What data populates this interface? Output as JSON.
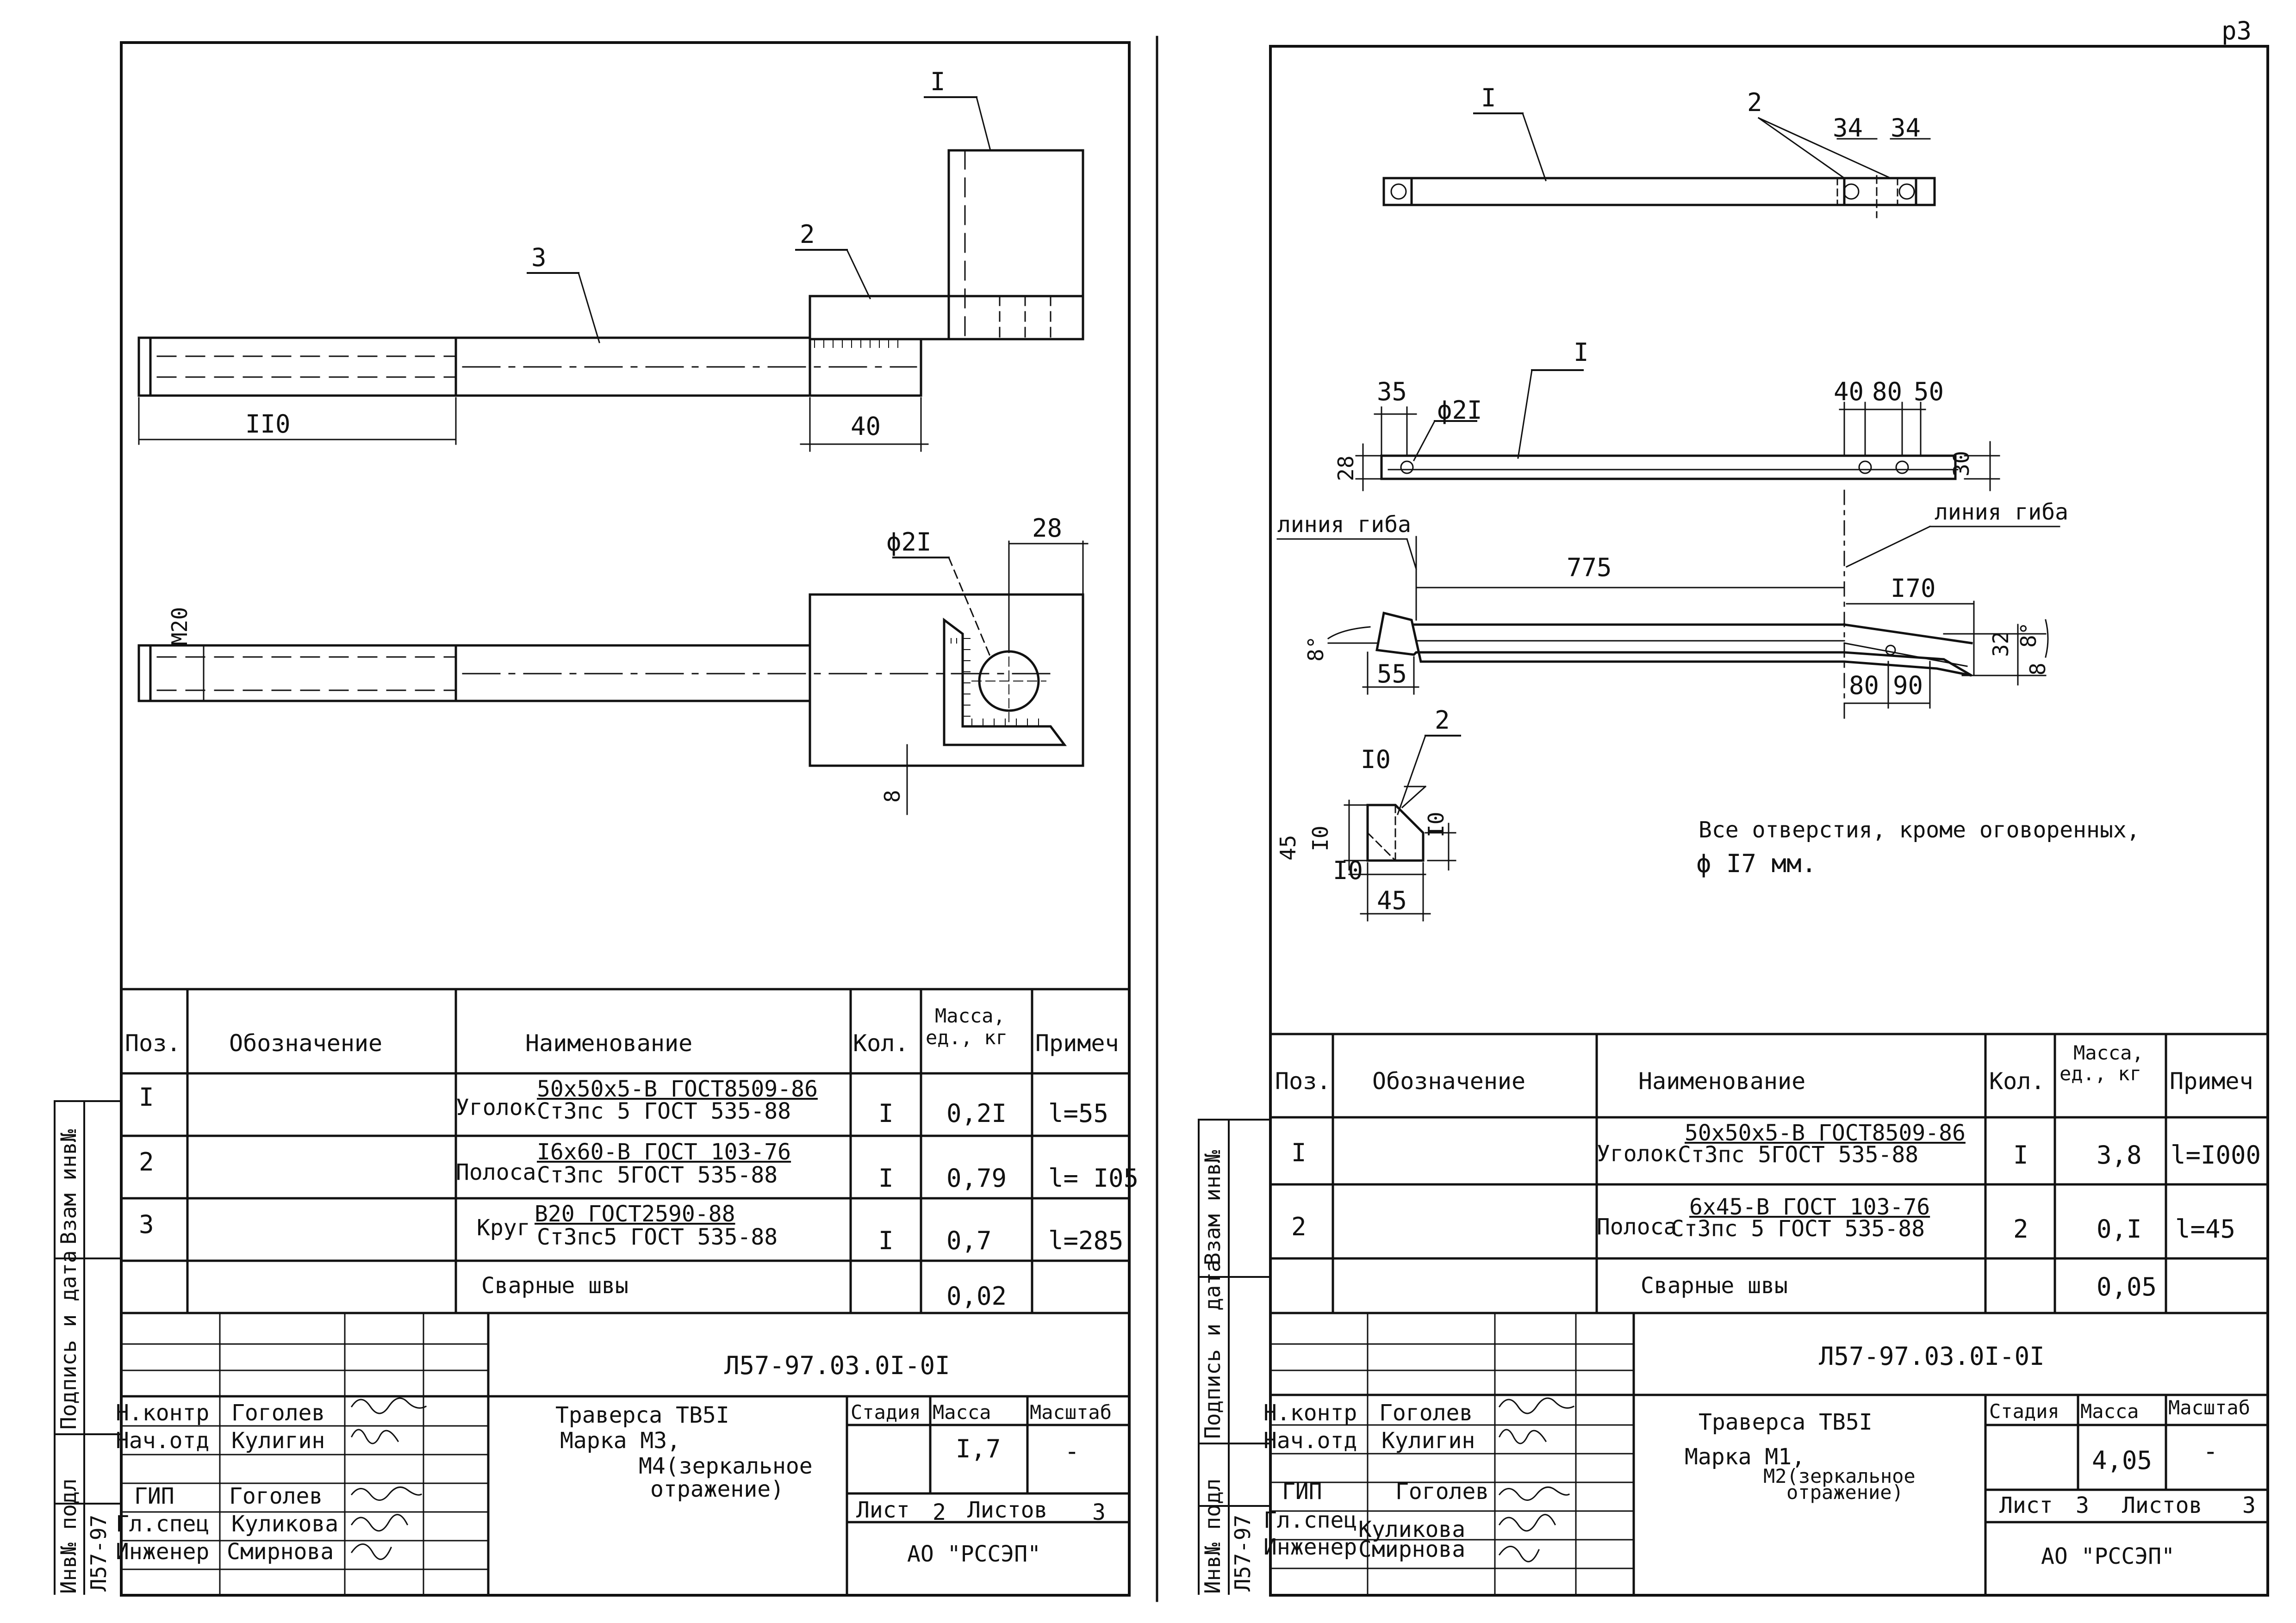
{
  "sheet_corner_mark": "р3",
  "left": {
    "drawing": {
      "callout_1": "I",
      "callout_2": "2",
      "callout_3": "3",
      "dim_110": "II0",
      "dim_40": "40",
      "dim_d21": "ϕ2I",
      "dim_28": "28",
      "dim_m20": "M20",
      "dim_8": "8"
    },
    "spec": {
      "headers": {
        "pos": "Поз.",
        "designation": "Обозначение",
        "name": "Наименование",
        "qty": "Кол.",
        "mass_1": "Масса,",
        "mass_2": "ед., кг",
        "note": "Примеч"
      },
      "rows": [
        {
          "pos": "I",
          "prefix": "Уголок",
          "top": "50x50x5-В ГОСТ8509-86",
          "bottom": "Ст3пс 5 ГОСТ 535-88",
          "qty": "I",
          "mass": "0,2I",
          "note": "l=55"
        },
        {
          "pos": "2",
          "prefix": "Полоса",
          "top": "I6x60-В ГОСТ 103-76",
          "bottom": "Ст3пс 5ГОСТ 535-88",
          "qty": "I",
          "mass": "0,79",
          "note": "l= I05"
        },
        {
          "pos": "3",
          "prefix": "Круг",
          "top": "В20 ГОСТ2590-88",
          "bottom": "Ст3пс5 ГОСТ 535-88",
          "qty": "I",
          "mass": "0,7",
          "note": "l=285"
        }
      ],
      "welds_label": "Сварные швы",
      "welds_mass": "0,02"
    },
    "title": {
      "doc_code": "Л57-97.03.0I-0I",
      "name_1": "Траверса ТВ5I",
      "name_2": "Марка М3,",
      "name_3": "М4(зеркальное",
      "name_4": "отражение)",
      "stage_label": "Стадия",
      "mass_label": "Масса",
      "scale_label": "Масштаб",
      "mass_value": "I,7",
      "scale_value": "-",
      "sheet_label": "Лист",
      "sheet_value": "2",
      "sheets_label": "Листов",
      "sheets_value": "3",
      "org": "АО \"РССЭП\"",
      "signers": [
        {
          "role": "Н.контр",
          "name": "Гоголев"
        },
        {
          "role": "Нач.отд",
          "name": "Кулигин"
        },
        {
          "role": "ГИП",
          "name": "Гоголев"
        },
        {
          "role": "Гл.спец",
          "name": "Куликова"
        },
        {
          "role": "Инженер",
          "name": "Смирнова"
        }
      ]
    },
    "side_labels": {
      "swap": "Взам инв№",
      "sign_date": "Подпись и дата",
      "inv": "Инв№ подл",
      "inv_no": "Л57-97"
    }
  },
  "right": {
    "drawing": {
      "callout_1a": "I",
      "callout_2": "2",
      "dim_34a": "34",
      "dim_34b": "34",
      "callout_1b": "I",
      "dim_35": "35",
      "dim_d21": "ϕ2I",
      "dim_40": "40",
      "dim_80": "80",
      "dim_50": "50",
      "dim_28": "28",
      "dim_30": "30",
      "bend_left": "линия гиба",
      "bend_right": "линия гиба",
      "dim_775": "775",
      "dim_170": "I70",
      "dim_8deg_left": "8°",
      "dim_55": "55",
      "dim_80b": "80",
      "dim_90": "90",
      "dim_32": "32",
      "dim_8deg_right": "8°",
      "dim_8r": "8",
      "callout_2b": "2",
      "dim_10a": "I0",
      "dim_45a": "45",
      "dim_10b": "I0",
      "dim_10c": "I0",
      "dim_10d": "I0",
      "dim_45b": "45",
      "note_1": "Все отверстия, кроме оговоренных,",
      "note_2": "ϕ I7 мм."
    },
    "spec": {
      "headers": {
        "pos": "Поз.",
        "designation": "Обозначение",
        "name": "Наименование",
        "qty": "Кол.",
        "mass_1": "Масса,",
        "mass_2": "ед., кг",
        "note": "Примеч"
      },
      "rows": [
        {
          "pos": "I",
          "prefix": "Уголок",
          "top": "50x50x5-В ГОСТ8509-86",
          "bottom": "Ст3пс 5ГОСТ 535-88",
          "qty": "I",
          "mass": "3,8",
          "note": "l=I000"
        },
        {
          "pos": "2",
          "prefix": "Полоса",
          "top": "6x45-В ГОСТ 103-76",
          "bottom": "Ст3пс 5 ГОСТ 535-88",
          "qty": "2",
          "mass": "0,I",
          "note": "l=45"
        }
      ],
      "welds_label": "Сварные швы",
      "welds_mass": "0,05"
    },
    "title": {
      "doc_code": "Л57-97.03.0I-0I",
      "name_1": "Траверса ТВ5I",
      "name_2": "Марка М1,",
      "name_3": "М2(зеркальное",
      "name_4": "отражение)",
      "stage_label": "Стадия",
      "mass_label": "Масса",
      "scale_label": "Масштаб",
      "mass_value": "4,05",
      "scale_value": "-",
      "sheet_label": "Лист",
      "sheet_value": "3",
      "sheets_label": "Листов",
      "sheets_value": "3",
      "org": "АО \"РССЭП\"",
      "signers": [
        {
          "role": "Н.контр",
          "name": "Гоголев"
        },
        {
          "role": "Нач.отд",
          "name": "Кулигин"
        },
        {
          "role": "ГИП",
          "name": "Гоголев"
        },
        {
          "role": "Гл.спец",
          "name": "Куликова"
        },
        {
          "role": "Инженер",
          "name": "Смирнова"
        }
      ]
    },
    "side_labels": {
      "swap": "Взам инв№",
      "sign_date": "Подпись и дата",
      "inv": "Инв№ подл",
      "inv_no": "Л57-97"
    }
  }
}
